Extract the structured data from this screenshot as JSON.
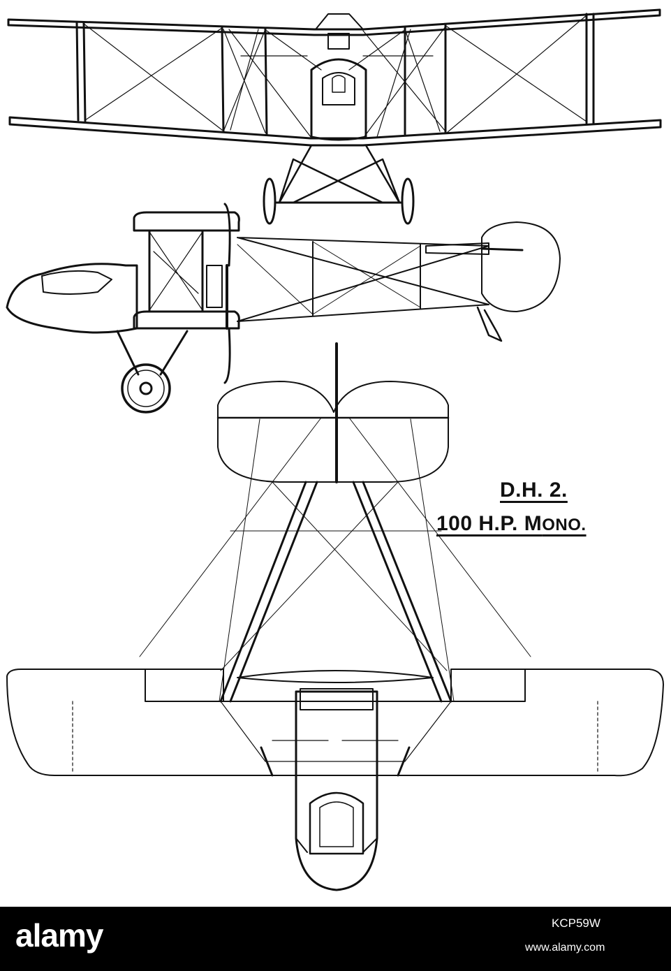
{
  "drawing": {
    "caption": {
      "model": "D.H. 2.",
      "engine_prefix": "100 H.P. M",
      "engine_suffix": "ONO."
    },
    "views": [
      "front-view",
      "side-view",
      "plan-view"
    ],
    "line_color": "#111111"
  },
  "footer": {
    "logo": "alamy",
    "image_id": "KCP59W",
    "url": "www.alamy.com",
    "background": "#000000"
  }
}
